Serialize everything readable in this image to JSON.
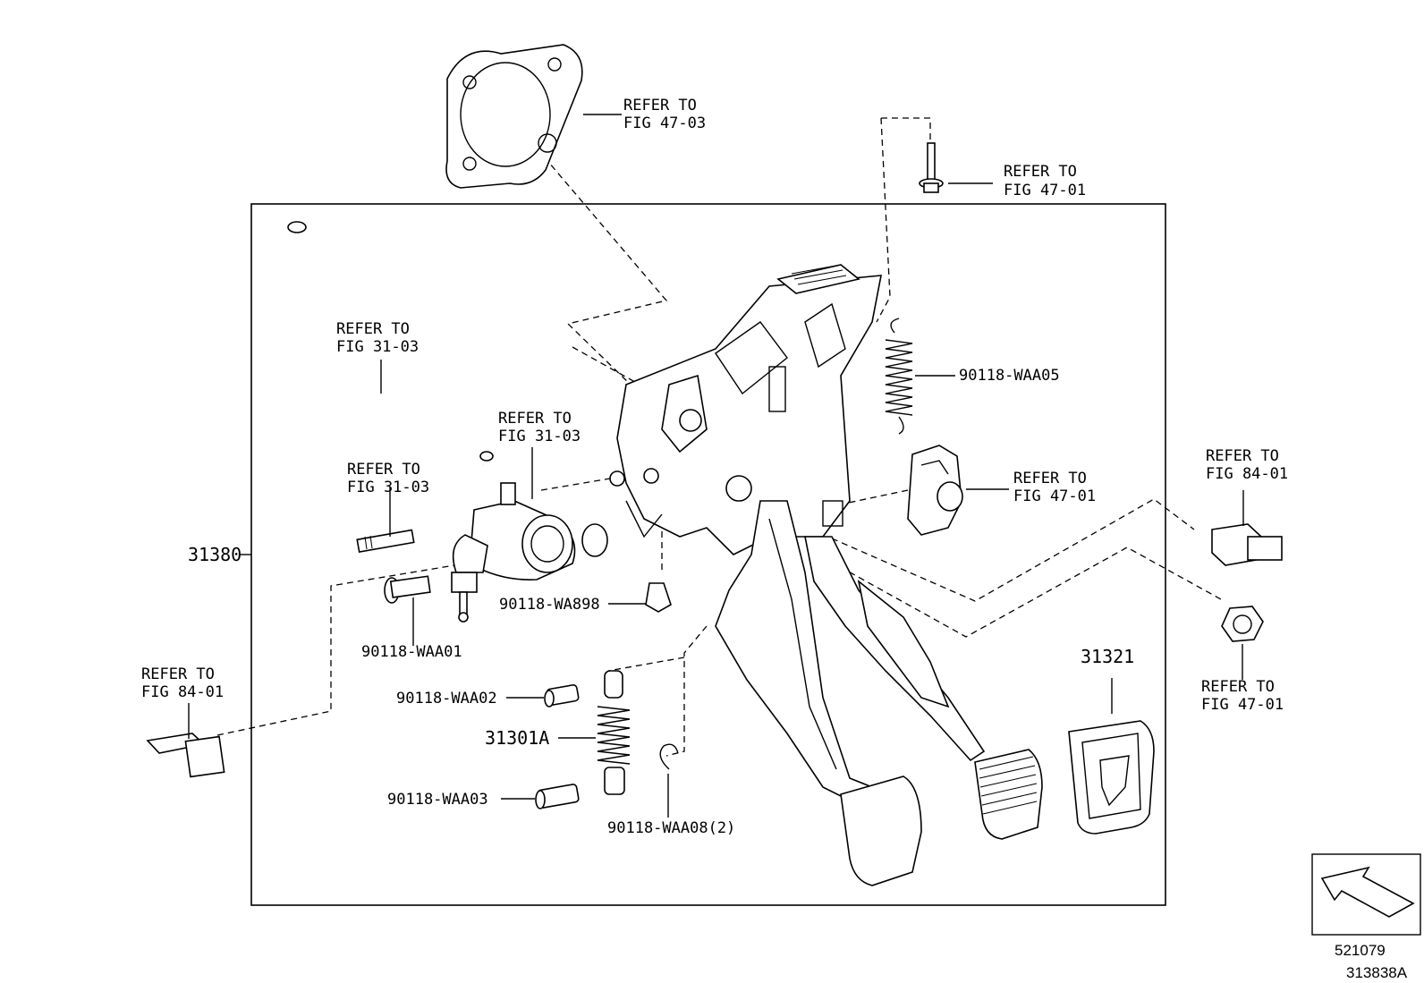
{
  "diagram": {
    "callouts": {
      "gasket_ref": [
        "REFER TO",
        "FIG 47-03"
      ],
      "bolt_ref": [
        "REFER TO",
        "FIG 47-01"
      ],
      "hose_ref": [
        "REFER TO",
        "FIG 31-03"
      ],
      "hose_joint_ref": [
        "REFER TO",
        "FIG 31-03"
      ],
      "pin_ref": [
        "REFER TO",
        "FIG 31-03"
      ],
      "switch_ref": [
        "REFER TO",
        "FIG 47-01"
      ],
      "sensor_ref": [
        "REFER TO",
        "FIG 84-01"
      ],
      "nut_ref": [
        "REFER TO",
        "FIG 47-01"
      ],
      "connector_ref": [
        "REFER TO",
        "FIG 84-01"
      ]
    },
    "parts": {
      "spring": "90118-WAA05",
      "clip": "90118-WA898",
      "pin_waa01": "90118-WAA01",
      "assembly": "31380",
      "bush_waa02": "90118-WAA02",
      "spring_assy": "31301A",
      "bush_waa03": "90118-WAA03",
      "ring": "90118-WAA08(2)",
      "pad": "31321"
    },
    "footer": {
      "code_top": "521079",
      "code_bottom": "313838A"
    }
  }
}
